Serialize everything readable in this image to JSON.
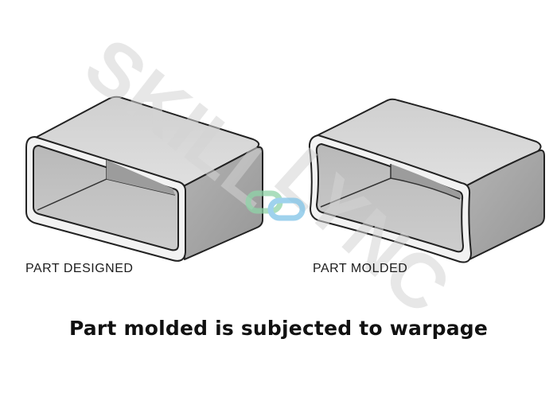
{
  "figure": {
    "left_label": "PART DESIGNED",
    "right_label": "PART MOLDED",
    "caption": "Part molded is subjected to warpage"
  },
  "watermark": {
    "text": "SKILL-LYNC",
    "color": "#d4d4d4",
    "logo_colors": [
      "#7fc4e8",
      "#8fd4a8"
    ]
  },
  "colors": {
    "outline": "#222222",
    "top_face": "#d9d9d9",
    "side_face": "#a6a6a6",
    "interior": "#c4c4c4",
    "rim": "#f2f2f2"
  }
}
